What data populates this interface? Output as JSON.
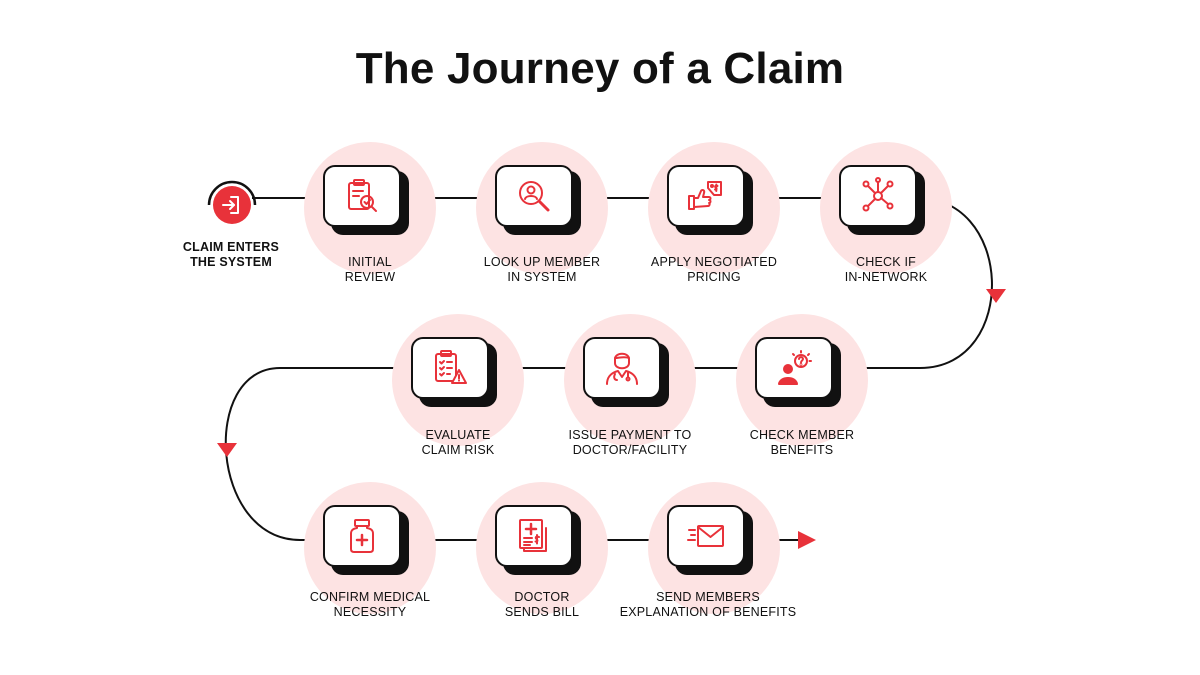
{
  "title": "The Journey of a Claim",
  "colors": {
    "accent": "#e8323a",
    "halo": "#fde3e3",
    "line": "#111111"
  },
  "start": {
    "icon": "enter-icon",
    "label": [
      "CLAIM ENTERS",
      "THE SYSTEM"
    ]
  },
  "steps": [
    {
      "icon": "clipboard-search-icon",
      "label": [
        "INITIAL",
        "REVIEW"
      ]
    },
    {
      "icon": "user-search-icon",
      "label": [
        "LOOK UP MEMBER",
        "IN SYSTEM"
      ]
    },
    {
      "icon": "handshake-price-tag-icon",
      "label": [
        "APPLY NEGOTIATED",
        "PRICING"
      ]
    },
    {
      "icon": "network-icon",
      "label": [
        "CHECK IF",
        "IN-NETWORK"
      ]
    },
    {
      "icon": "member-idea-icon",
      "label": [
        "CHECK MEMBER",
        "BENEFITS"
      ]
    },
    {
      "icon": "doctor-icon",
      "label": [
        "ISSUE PAYMENT TO",
        "DOCTOR/FACILITY"
      ]
    },
    {
      "icon": "checklist-warning-icon",
      "label": [
        "EVALUATE",
        "CLAIM RISK"
      ]
    },
    {
      "icon": "medicine-bottle-icon",
      "label": [
        "CONFIRM MEDICAL",
        "NECESSITY"
      ]
    },
    {
      "icon": "medical-bill-icon",
      "label": [
        "DOCTOR",
        "SENDS BILL"
      ]
    },
    {
      "icon": "email-icon",
      "label": [
        "SEND MEMBERS",
        "EXPLANATION OF BENEFITS"
      ]
    }
  ]
}
